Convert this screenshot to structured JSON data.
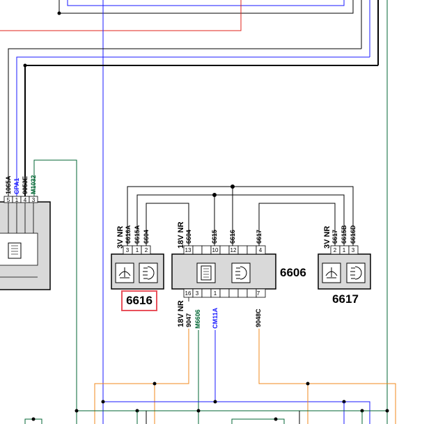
{
  "colors": {
    "black": "#000000",
    "blue": "#1a1aff",
    "red": "#e0201a",
    "green": "#006633",
    "orange": "#f08a1c",
    "gray_fill": "#d9d9d9",
    "highlight": "#e8505a"
  },
  "components": {
    "c6616": {
      "label": "6616",
      "highlighted": true
    },
    "c6606": {
      "label": "6606"
    },
    "c6617": {
      "label": "6617"
    }
  },
  "connectors": {
    "c6616_top": {
      "supply": "3V NR",
      "pins": [
        "3",
        "1",
        "2"
      ],
      "wires": [
        "6616A",
        "6615A",
        "6604"
      ]
    },
    "c6606_top_left": {
      "supply": "18V NR",
      "pins": [
        "13",
        "10",
        "12",
        "4"
      ],
      "wires": [
        "6604",
        "6615",
        "6616",
        "6617"
      ]
    },
    "c6606_bottom": {
      "supply": "18V NR",
      "pins": [
        "16",
        "3",
        "1",
        "7"
      ],
      "wires": [
        "9047",
        "M6606",
        "CM11A",
        "9048C"
      ]
    },
    "c6617_top": {
      "supply": "3V NR",
      "pins": [
        "2",
        "1",
        "3"
      ],
      "wires": [
        "6617",
        "6615B",
        "6616D"
      ]
    },
    "left_unit": {
      "pins": [
        "5",
        "1",
        "4",
        "3"
      ],
      "wires": [
        "1065A",
        "CPA1",
        "9053E",
        "M1032"
      ]
    }
  },
  "icons": [
    "ecu-chip-icon",
    "headlamp-icon",
    "leveling-motor-icon"
  ]
}
